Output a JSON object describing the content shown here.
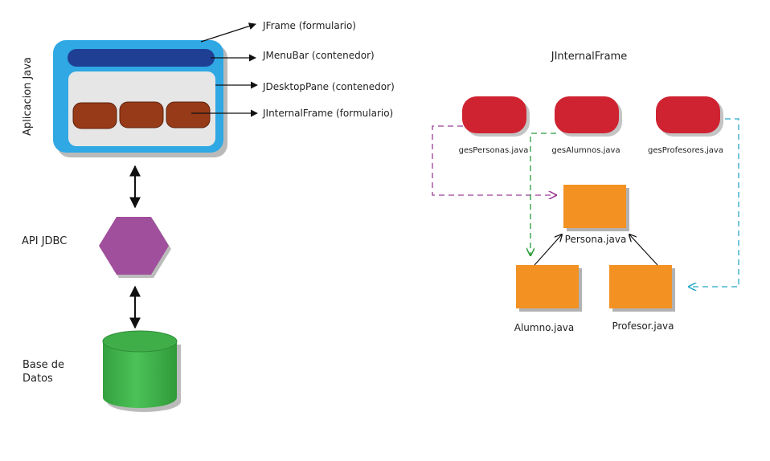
{
  "left": {
    "app_label": "Aplicacion Java",
    "api_label": "API JDBC",
    "db_label_line1": "Base de",
    "db_label_line2": "Datos",
    "annotations": {
      "jframe": "JFrame (formulario)",
      "jmenubar": "JMenuBar (contenedor)",
      "jdesktoppane": "JDesktopPane (contenedor)",
      "jinternalframe": "JInternalFrame (formulario)"
    }
  },
  "right": {
    "title": "JInternalFrame",
    "forms": {
      "personas": "gesPersonas.java",
      "alumnos": "gesAlumnos.java",
      "profesores": "gesProfesores.java"
    },
    "classes": {
      "persona": "Persona.java",
      "alumno": "Alumno.java",
      "profesor": "Profesor.java"
    }
  },
  "colors": {
    "frame_blue": "#2fa8e4",
    "menubar_navy": "#1f3f94",
    "desktop_gray": "#e6e6e6",
    "internal_brown": "#973a17",
    "hexagon_purple": "#a04f9c",
    "cylinder_green": "#41b14a",
    "form_red": "#cf2331",
    "class_orange": "#f39123",
    "purple_dash": "#9b3d96",
    "green_dash": "#2a9b3a",
    "cyan_dash": "#26a8c8"
  }
}
